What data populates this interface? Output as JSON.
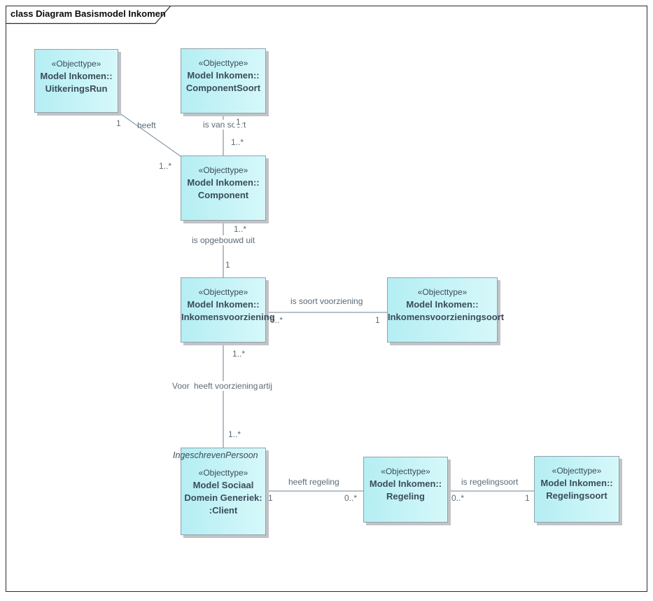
{
  "diagram": {
    "title": "class Diagram Basismodel Inkomen"
  },
  "colors": {
    "box_fill_left": "#b4eef3",
    "box_fill_right": "#d6f8fa",
    "box_border": "#8fa3ab",
    "box_shadow": "#c2c3c6",
    "connector": "#8c9ca8",
    "label_text": "#5b6b78",
    "name_text": "#3b4c5b"
  },
  "boxes": {
    "uitkeringsrun": {
      "stereotype": "«Objecttype»",
      "name_lines": [
        "Model Inkomen::",
        "UitkeringsRun"
      ]
    },
    "componentsoort": {
      "stereotype": "«Objecttype»",
      "name_lines": [
        "Model Inkomen::",
        "ComponentSoort"
      ]
    },
    "component": {
      "stereotype": "«Objecttype»",
      "name_lines": [
        "Model Inkomen::",
        "Component"
      ]
    },
    "inkomensvoorziening": {
      "stereotype": "«Objecttype»",
      "name_lines": [
        "Model Inkomen::",
        "Inkomensvoorziening"
      ]
    },
    "inkomensvoorzieningsoort": {
      "stereotype": "«Objecttype»",
      "name_lines": [
        "Model Inkomen::",
        "Inkomensvoorzieningsoort"
      ]
    },
    "client": {
      "header_italic": "IngeschrevenPersoon",
      "stereotype": "«Objecttype»",
      "name_lines": [
        "Model Sociaal",
        "Domein Generiek:",
        ":Client"
      ]
    },
    "regeling": {
      "stereotype": "«Objecttype»",
      "name_lines": [
        "Model Inkomen::",
        "Regeling"
      ]
    },
    "regelingsoort": {
      "stereotype": "«Objecttype»",
      "name_lines": [
        "Model Inkomen::",
        "Regelingsoort"
      ]
    }
  },
  "associations": {
    "uitkeringsrun_component": {
      "name": "heeft",
      "mult_uitkeringsrun": "1",
      "mult_component": "1..*"
    },
    "componentsoort_component": {
      "name": "is van soort",
      "mult_componentsoort": "1",
      "mult_component": "1..*"
    },
    "component_inkomensvoorziening": {
      "name": "is opgebouwd uit",
      "mult_component": "1..*",
      "mult_inkomensvoorziening": "1"
    },
    "inkomensvoorziening_soort": {
      "name": "is soort voorziening",
      "mult_inkomensvoorziening": "0..*",
      "mult_soort": "1"
    },
    "client_inkomensvoorziening": {
      "name": "heeft voorziening",
      "clipped_text_left": "Voor",
      "clipped_text_right": "partij",
      "mult_inkomensvoorziening": "1..*",
      "mult_client": "1..*"
    },
    "client_regeling": {
      "name": "heeft regeling",
      "mult_client": "1",
      "mult_regeling": "0..*"
    },
    "regeling_regelingsoort": {
      "name": "is regelingsoort",
      "mult_regeling": "0..*",
      "mult_regelingsoort": "1"
    }
  }
}
